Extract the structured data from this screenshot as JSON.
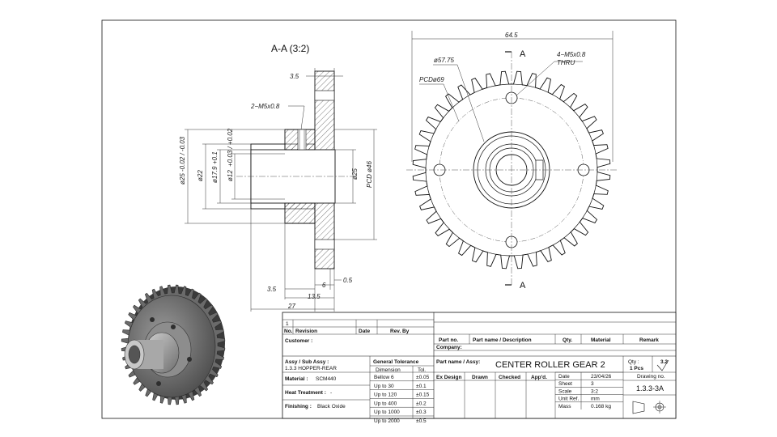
{
  "section_view": {
    "title": "A-A (3:2)",
    "dims": {
      "d_3_5_top": "3.5",
      "thread_2": "2−M5x0.8",
      "phi25": "ø25",
      "phi25_tol": "-0.02 / -0.03",
      "phi22": "ø22",
      "phi17": "ø17.9",
      "phi17_tol": "+0.1",
      "phi12": "ø12",
      "phi12_tol": "+0.03 / +0.02",
      "phi25_inner": "ø25",
      "pcd46": "PCD ø46",
      "d_3_5_bot": "3.5",
      "d_6": "6",
      "d_0_5": "0.5",
      "d_13_5": "13.5",
      "d_27": "27"
    }
  },
  "front_view": {
    "width_dim": "64.5",
    "section_label_top": "A",
    "section_label_bottom": "A",
    "thread_note_1": "4−M5x0.8",
    "thread_note_2": "THRU",
    "phi57": "ø57.75",
    "pcd69": "PCDø69"
  },
  "title_block": {
    "rev_headers": {
      "no": "No.",
      "revision": "Revision",
      "date": "Date",
      "rev_by": "Rev. By"
    },
    "rev_marker": "1",
    "customer_label": "Customer :",
    "company_label": "Company:",
    "assy_label": "Assy / Sub Assy :",
    "assy_value": "1.3.3  HOPPER-REAR",
    "material_label": "Material :",
    "material_value": "SCM440",
    "heat_label": "Heat Treatment :",
    "heat_value": "-",
    "finishing_label": "Finishing :",
    "finishing_value": "Black Oxide",
    "tol_title": "General Tolerance",
    "tol_col1": "Dimension",
    "tol_col2": "Tol.",
    "tol_rows": [
      {
        "dim": "Bellow 6",
        "tol": "±0.05"
      },
      {
        "dim": "Up to 30",
        "tol": "±0.1"
      },
      {
        "dim": "Up to 120",
        "tol": "±0.15"
      },
      {
        "dim": "Up to 400",
        "tol": "±0.2"
      },
      {
        "dim": "Up to 1000",
        "tol": "±0.3"
      },
      {
        "dim": "Up to 2000",
        "tol": "±0.5"
      }
    ],
    "part_headers": {
      "part_no": "Part no.",
      "part_desc": "Part name / Description",
      "qty": "Qty.",
      "material": "Material",
      "remark": "Remark"
    },
    "part_name_label": "Part name / Assy:",
    "part_name_value": "CENTER ROLLER GEAR 2",
    "qty_label": "Qty :",
    "qty_value": "1 Pcs",
    "roughness": "3.2",
    "ex_design": "Ex Design",
    "drawn": "Drawn",
    "checked": "Checked",
    "appd": "App'd.",
    "info_rows": [
      {
        "k": "Date",
        "v": "23/04/26"
      },
      {
        "k": "Sheet",
        "v": "3"
      },
      {
        "k": "Scale",
        "v": "3:2"
      },
      {
        "k": "Unit Ref.",
        "v": "mm"
      },
      {
        "k": "Mass",
        "v": "0.168 kg"
      }
    ],
    "drawing_no_label": "Drawing no.",
    "drawing_no_value": "1.3.3-3A"
  }
}
